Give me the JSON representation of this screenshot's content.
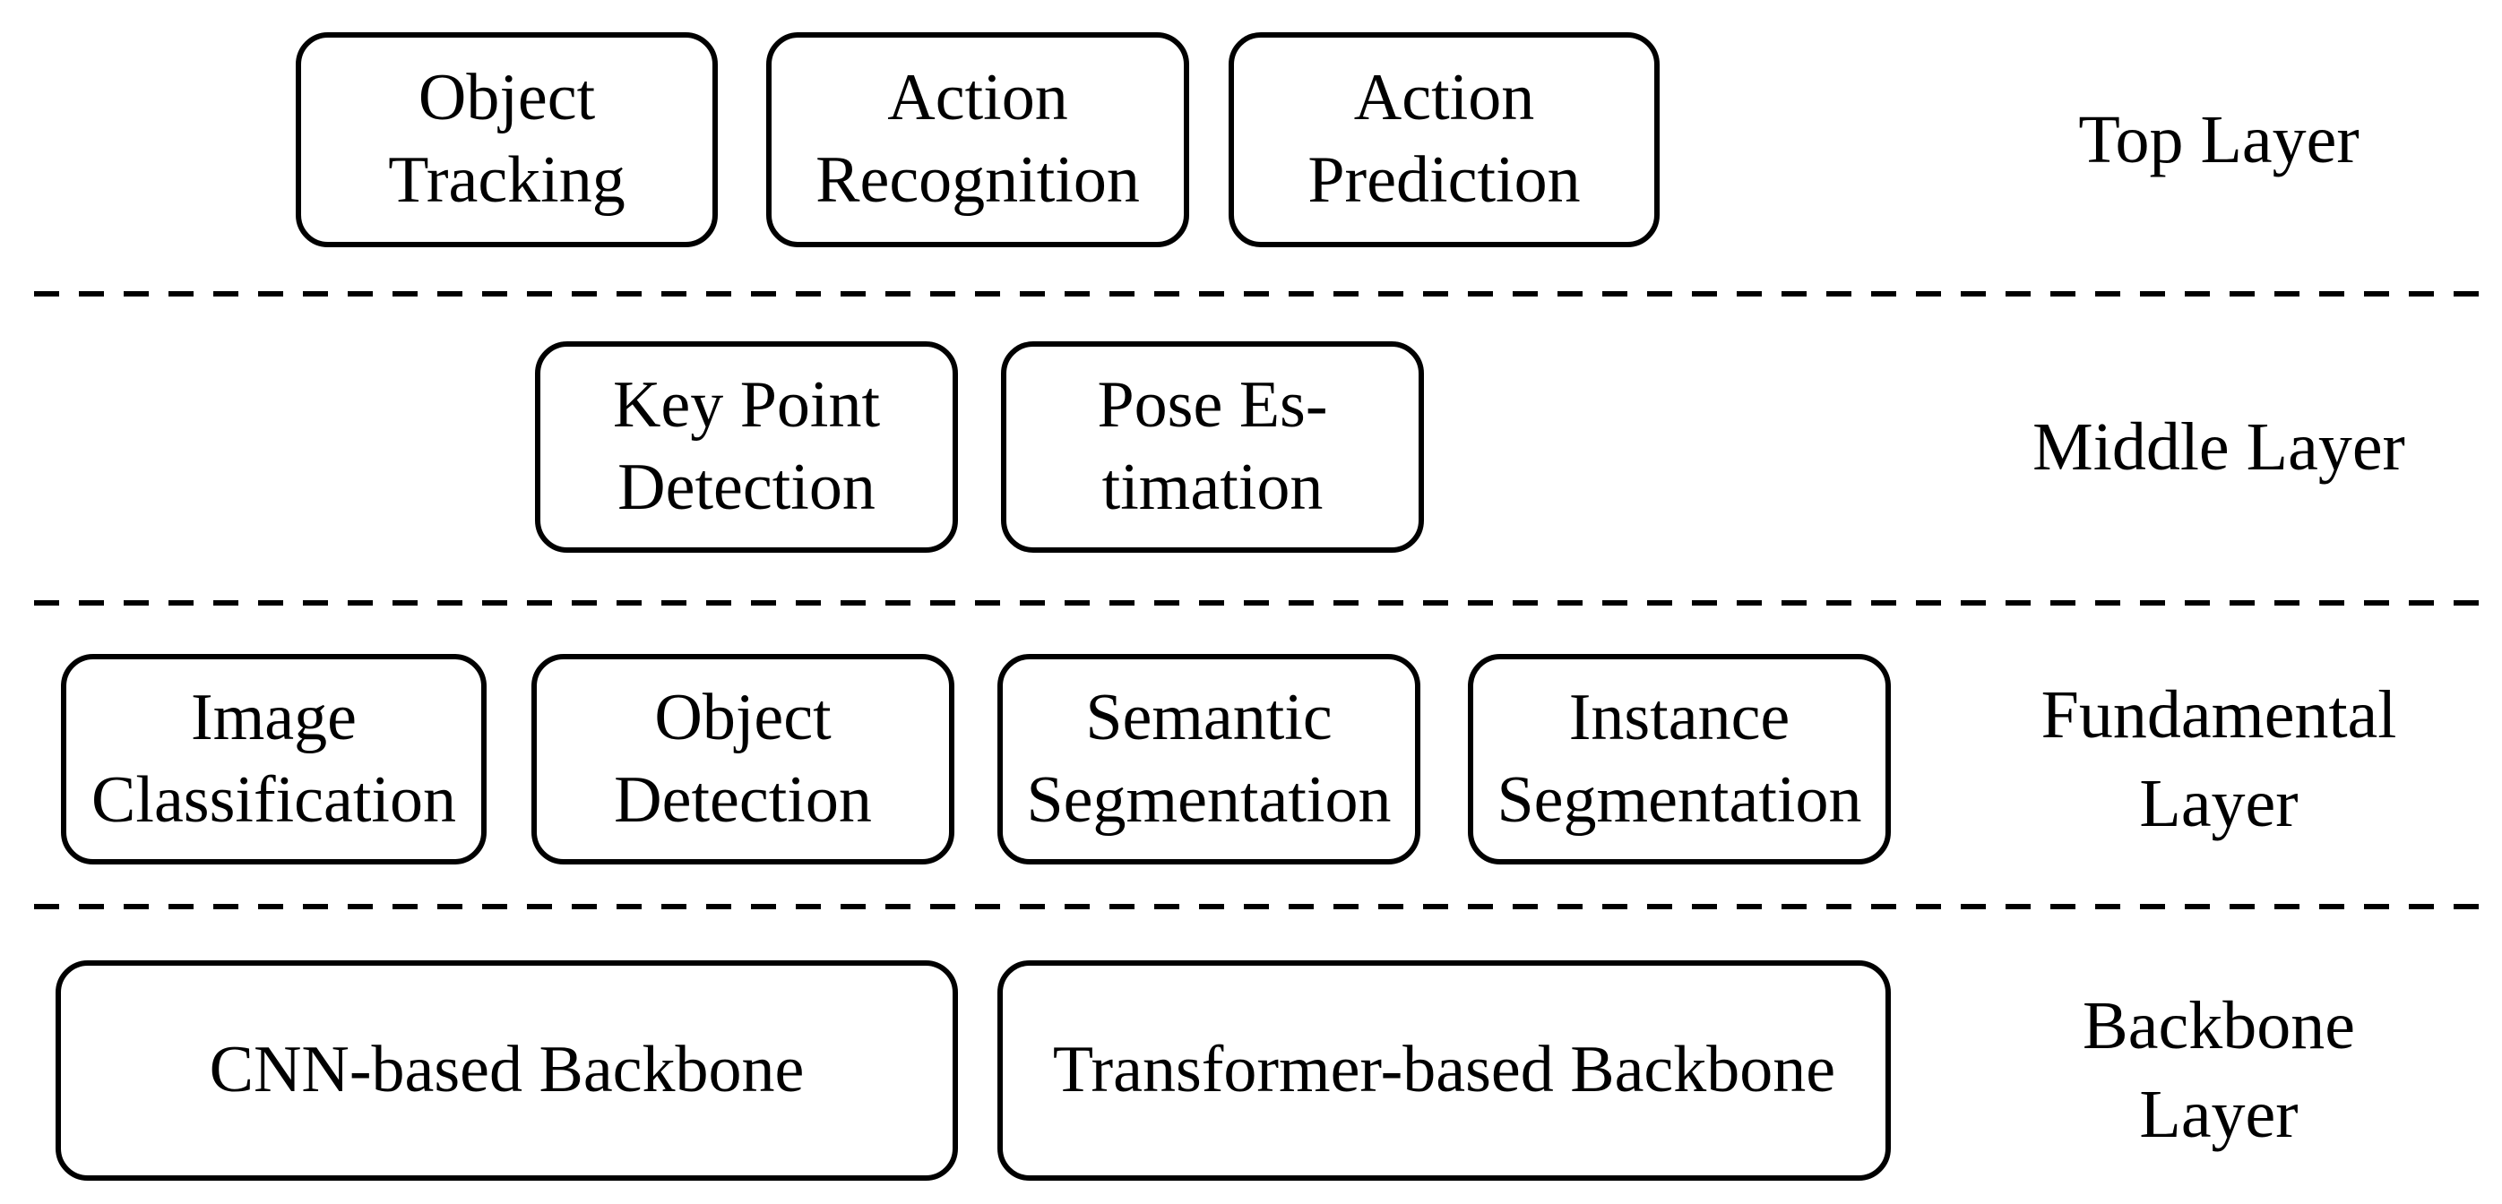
{
  "figure": {
    "background_color": "#ffffff",
    "stroke_color": "#000000",
    "text_color": "#000000"
  },
  "layers": [
    {
      "name": "Top Layer",
      "label_lines": [
        "Top Layer"
      ],
      "boxes": [
        {
          "name": "Object Tracking",
          "lines": [
            "Object",
            "Tracking"
          ]
        },
        {
          "name": "Action Recognition",
          "lines": [
            "Action",
            "Recognition"
          ]
        },
        {
          "name": "Action Prediction",
          "lines": [
            "Action",
            "Prediction"
          ]
        }
      ]
    },
    {
      "name": "Middle Layer",
      "label_lines": [
        "Middle Layer"
      ],
      "boxes": [
        {
          "name": "Key Point Detection",
          "lines": [
            "Key Point",
            "Detection"
          ]
        },
        {
          "name": "Pose Estimation",
          "lines": [
            "Pose Es-",
            "timation"
          ]
        }
      ]
    },
    {
      "name": "Fundamental Layer",
      "label_lines": [
        "Fundamental",
        "Layer"
      ],
      "boxes": [
        {
          "name": "Image Classification",
          "lines": [
            "Image",
            "Classification"
          ]
        },
        {
          "name": "Object Detection",
          "lines": [
            "Object",
            "Detection"
          ]
        },
        {
          "name": "Semantic Segmentation",
          "lines": [
            "Semantic",
            "Segmentation"
          ]
        },
        {
          "name": "Instance Segmentation",
          "lines": [
            "Instance",
            "Segmentation"
          ]
        }
      ]
    },
    {
      "name": "Backbone Layer",
      "label_lines": [
        "Backbone",
        "Layer"
      ],
      "boxes": [
        {
          "name": "CNN-based Backbone",
          "lines": [
            "CNN-based Backbone"
          ]
        },
        {
          "name": "Transformer-based Backbone",
          "lines": [
            "Transformer-based Backbone"
          ]
        }
      ]
    }
  ]
}
